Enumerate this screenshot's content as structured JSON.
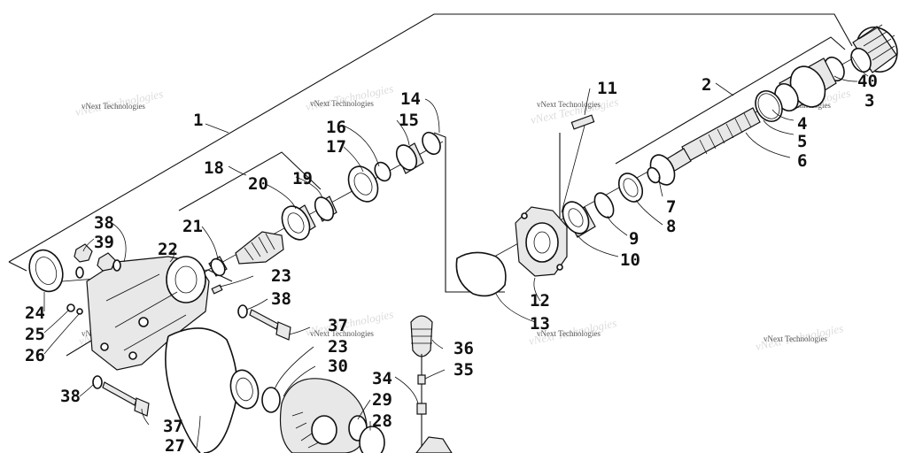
{
  "watermark_text": "vNext Technologies",
  "labels": [
    "1",
    "2",
    "3",
    "4",
    "5",
    "6",
    "7",
    "8",
    "9",
    "10",
    "11",
    "12",
    "13",
    "14",
    "15",
    "16",
    "17",
    "18",
    "19",
    "20",
    "21",
    "22",
    "23",
    "23",
    "24",
    "25",
    "26",
    "27",
    "28",
    "29",
    "30",
    "34",
    "35",
    "36",
    "37",
    "37",
    "38",
    "38",
    "38",
    "39",
    "40"
  ]
}
